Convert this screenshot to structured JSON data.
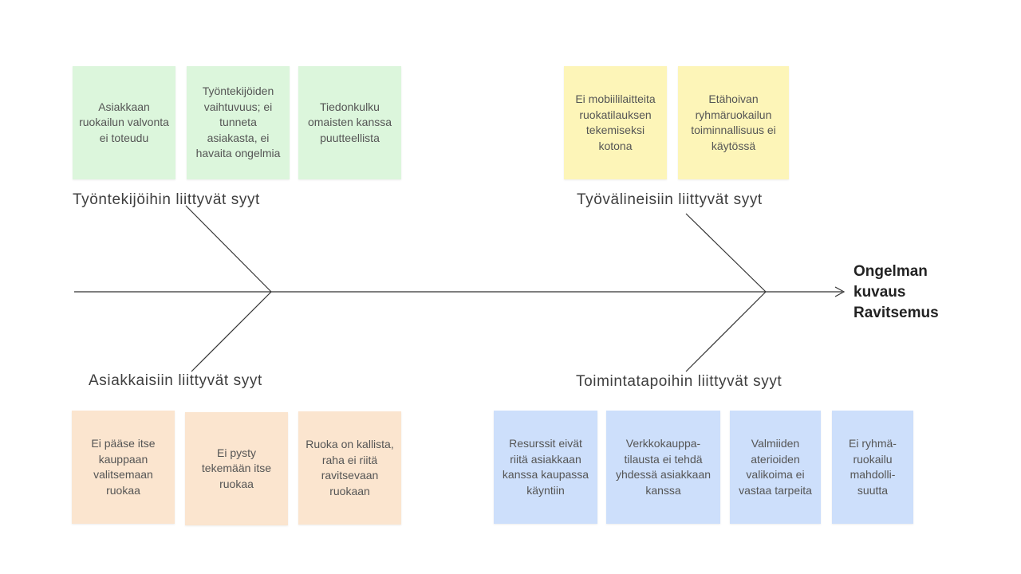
{
  "problem": [
    "Ongelman",
    "kuvaus",
    "Ravitsemus"
  ],
  "colors": {
    "staff": "#dcf6dc",
    "tools": "#fdf5b8",
    "customers": "#fbe5cf",
    "practices": "#cddffb",
    "line": "#333333"
  },
  "categories": {
    "staff": {
      "title": "Työntekijöihin liittyvät syyt",
      "notes": [
        "Asiakkaan ruokailun valvonta ei toteudu",
        "Työntekijöiden vaihtuvuus; ei tunneta asiakasta, ei havaita ongelmia",
        "Tiedonkulku omaisten kanssa puutteellista"
      ]
    },
    "tools": {
      "title": "Työvälineisiin liittyvät syyt",
      "notes": [
        "Ei mobiililaitteita ruokatilauksen tekemiseksi kotona",
        "Etähoivan ryhmäruokailun toiminnallisuus ei käytössä"
      ]
    },
    "customers": {
      "title": "Asiakkaisiin liittyvät syyt",
      "notes": [
        "Ei pääse itse kauppaan valitsemaan ruokaa",
        "Ei pysty tekemään itse ruokaa",
        "Ruoka on kallista, raha ei riitä ravitsevaan ruokaan"
      ]
    },
    "practices": {
      "title": "Toimintatapoihin liittyvät syyt",
      "notes": [
        "Resurssit eivät riitä asiakkaan kanssa kaupassa käyntiin",
        "Verkkokauppa-tilausta ei tehdä yhdessä asiakkaan kanssa",
        "Valmiiden aterioiden valikoima ei vastaa tarpeita",
        "Ei ryhmä-ruokailu mahdolli-suutta"
      ]
    }
  }
}
